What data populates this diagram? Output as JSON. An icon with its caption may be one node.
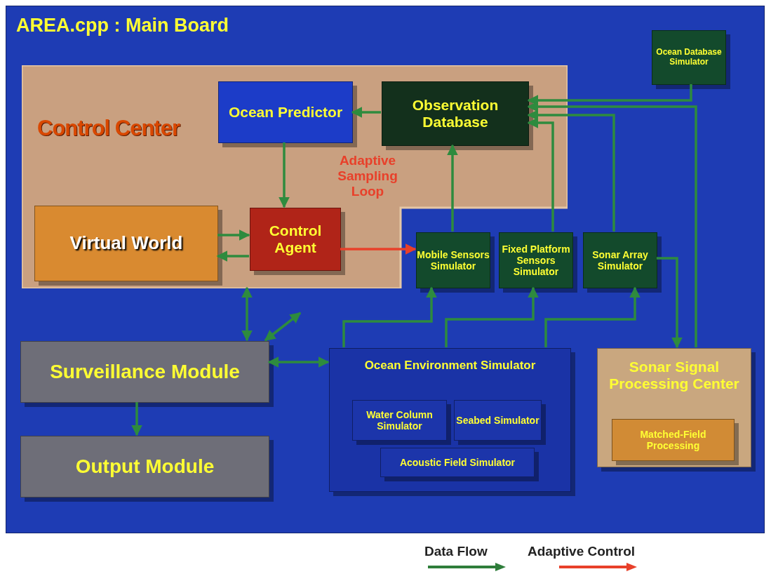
{
  "diagram": {
    "nodes": [
      {
        "text": [
          "AREA.cpp : Main Board"
        ]
      },
      {
        "text": [
          "Control Center"
        ],
        "in": 0
      },
      {
        "text": [
          "Ocean Predictor"
        ],
        "in": 1
      },
      {
        "text": [
          "Observation Database"
        ],
        "in": 1
      },
      {
        "text": [
          "Virtual World"
        ],
        "in": 1
      },
      {
        "text": [
          "Control Agent"
        ],
        "in": 1
      },
      {
        "text": [
          "Ocean Database Simulator"
        ],
        "in": 0
      },
      {
        "text": [
          "Mobile Sensors Simulator"
        ],
        "in": 0
      },
      {
        "text": [
          "Fixed Platform Sensors Simulator"
        ],
        "in": 0
      },
      {
        "text": [
          "Sonar Array Simulator"
        ],
        "in": 0
      },
      {
        "text": [
          "Surveillance Module"
        ],
        "in": 0
      },
      {
        "text": [
          "Output Module"
        ],
        "in": 0
      },
      {
        "text": [
          "Ocean Environment Simulator"
        ],
        "in": 0
      },
      {
        "text": [
          "Water Column Simulator"
        ],
        "in": 12
      },
      {
        "text": [
          "Seabed Simulator"
        ],
        "in": 12
      },
      {
        "text": [
          "Acoustic Field Simulator"
        ],
        "in": 12
      },
      {
        "text": [
          "Sonar Signal Processing Center"
        ],
        "in": 0
      },
      {
        "text": [
          "Matched-Field Processing"
        ],
        "in": 16
      }
    ],
    "edges": [
      {
        "from": 3,
        "to": 2,
        "arrow": "to"
      },
      {
        "from": 2,
        "to": 5,
        "arrow": "to"
      },
      {
        "from": 4,
        "to": 5,
        "arrow": "to"
      },
      {
        "from": 5,
        "to": 4,
        "arrow": "to"
      },
      {
        "from": 5,
        "to": 7,
        "arrow": "to",
        "color": "#e8402a"
      },
      {
        "from": 7,
        "to": 3,
        "arrow": "to"
      },
      {
        "from": 8,
        "to": 3,
        "arrow": "to"
      },
      {
        "from": 9,
        "to": 3,
        "arrow": "to"
      },
      {
        "from": 6,
        "to": 3,
        "arrow": "to"
      },
      {
        "from": 16,
        "to": 3,
        "arrow": "to"
      },
      {
        "from": 9,
        "to": 16,
        "arrow": "to"
      },
      {
        "from": 12,
        "to": 7,
        "arrow": "to"
      },
      {
        "from": 12,
        "to": 8,
        "arrow": "to"
      },
      {
        "from": 12,
        "to": 9,
        "arrow": "to"
      },
      {
        "from": 1,
        "to": 10,
        "arrow": "both"
      },
      {
        "from": 10,
        "to": null,
        "arrow": "both"
      },
      {
        "from": 10,
        "to": 12,
        "arrow": "both"
      },
      {
        "from": 10,
        "to": 11,
        "arrow": "to"
      }
    ],
    "labels": [
      "Adaptive Sampling Loop"
    ],
    "legend": [
      {
        "text": "Data Flow"
      },
      {
        "text": "Adaptive Control"
      }
    ]
  }
}
